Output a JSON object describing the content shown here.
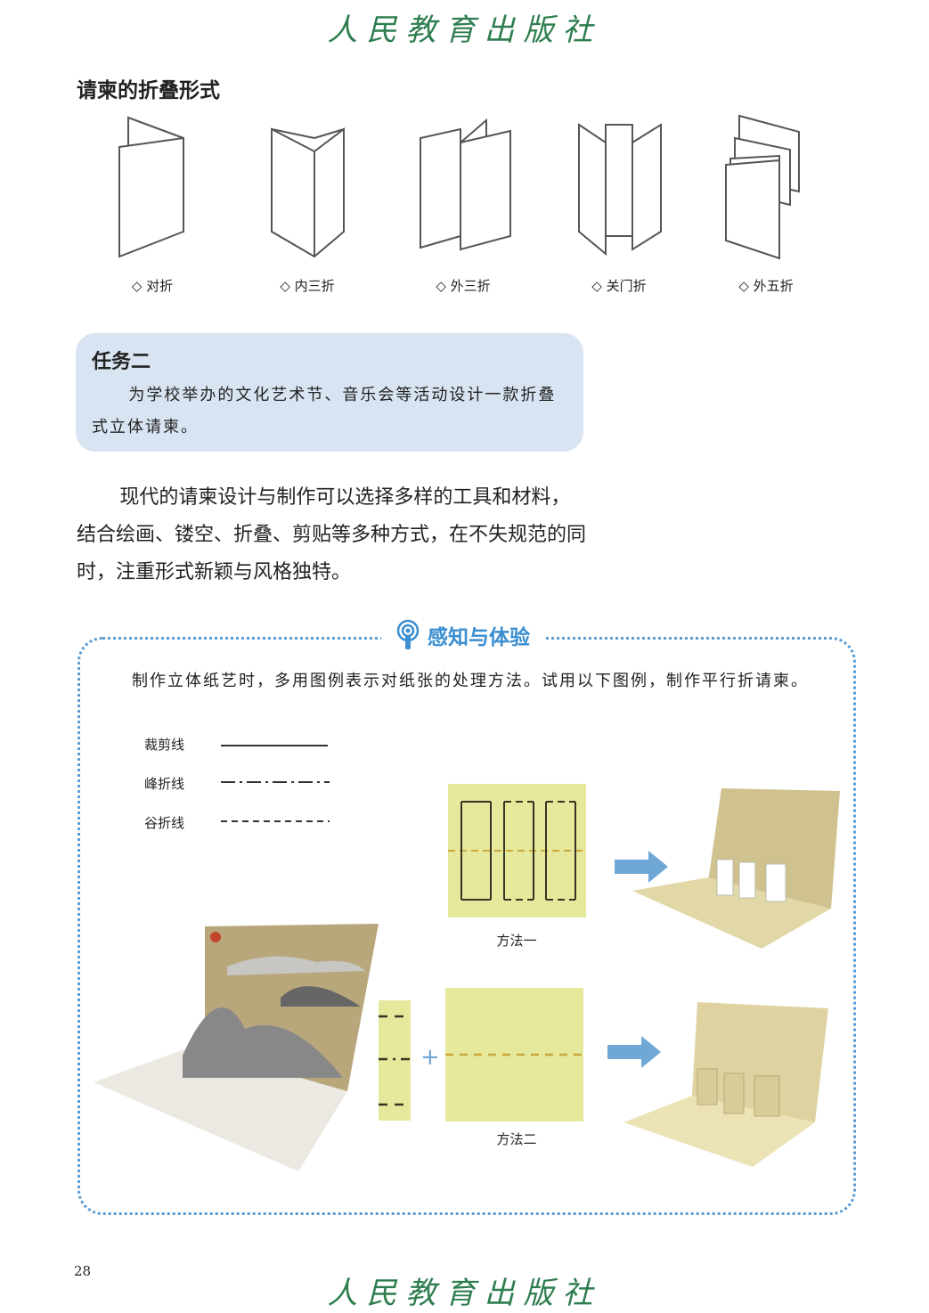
{
  "header": {
    "logo": "人民教育出版社"
  },
  "section": {
    "title": "请柬的折叠形式"
  },
  "folds": [
    {
      "label": "对折"
    },
    {
      "label": "内三折"
    },
    {
      "label": "外三折"
    },
    {
      "label": "关门折"
    },
    {
      "label": "外五折"
    }
  ],
  "task": {
    "title": "任务二",
    "body": "为学校举办的文化艺术节、音乐会等活动设计一款折叠式立体请柬。"
  },
  "paragraph": "现代的请柬设计与制作可以选择多样的工具和材料，结合绘画、镂空、折叠、剪贴等多种方式，在不失规范的同时，注重形式新颖与风格独特。",
  "experience": {
    "title": "感知与体验",
    "intro": "制作立体纸艺时，多用图例表示对纸张的处理方法。试用以下图例，制作平行折请柬。",
    "legend": [
      {
        "label": "裁剪线"
      },
      {
        "label": "峰折线"
      },
      {
        "label": "谷折线"
      }
    ],
    "method1": "方法一",
    "method2": "方法二",
    "plus": "+"
  },
  "colors": {
    "accent": "#3b8ed0",
    "panel": "#d9e4f2",
    "paper": "#e6e99c",
    "logo": "#2e7d4f"
  },
  "footer": {
    "page": "28",
    "logo": "人民教育出版社"
  }
}
